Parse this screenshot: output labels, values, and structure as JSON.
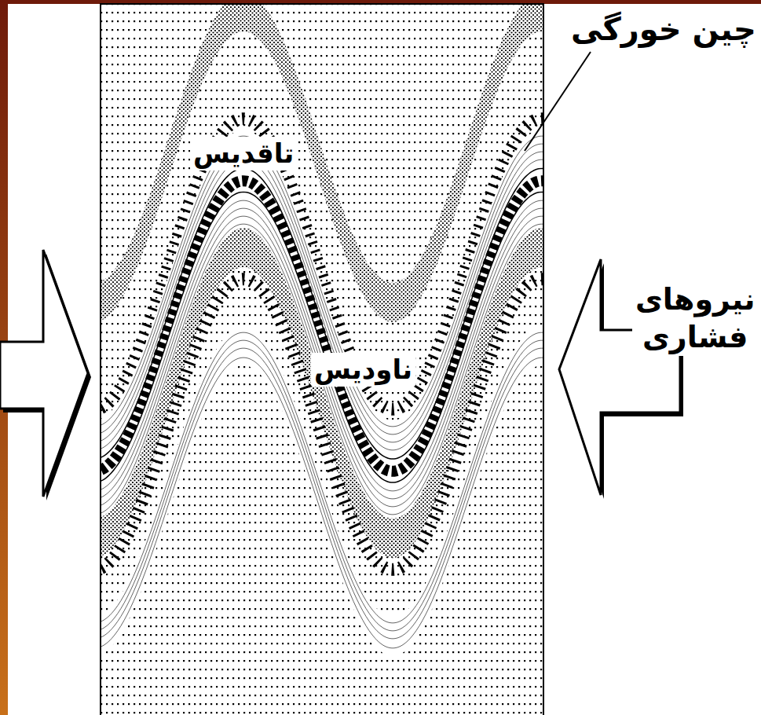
{
  "diagram": {
    "labels": [
      "چین خورگی",
      "تاقدیس",
      "ناودیس",
      "نیروهای فشاری"
    ]
  }
}
